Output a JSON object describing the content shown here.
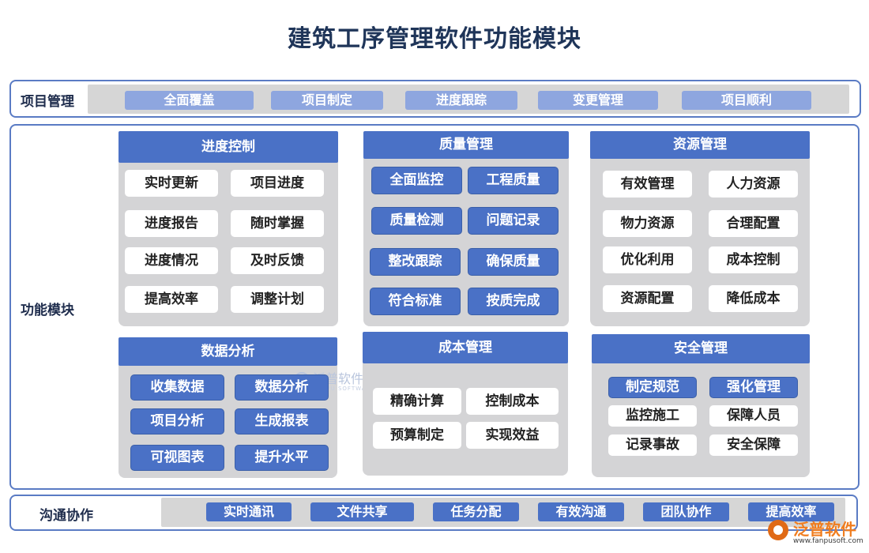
{
  "title": "建筑工序管理软件功能模块",
  "project": {
    "label": "项目管理",
    "items": [
      "全面覆盖",
      "项目制定",
      "进度跟踪",
      "变更管理",
      "项目顺利"
    ]
  },
  "modules": {
    "label": "功能模块",
    "cards": [
      {
        "title": "进度控制",
        "items": [
          "实时更新",
          "项目进度",
          "进度报告",
          "随时掌握",
          "进度情况",
          "及时反馈",
          "提高效率",
          "调整计划"
        ]
      },
      {
        "title": "质量管理",
        "items": [
          "全面监控",
          "工程质量",
          "质量检测",
          "问题记录",
          "整改跟踪",
          "确保质量",
          "符合标准",
          "按质完成"
        ]
      },
      {
        "title": "资源管理",
        "items": [
          "有效管理",
          "人力资源",
          "物力资源",
          "合理配置",
          "优化利用",
          "成本控制",
          "资源配置",
          "降低成本"
        ]
      },
      {
        "title": "数据分析",
        "items": [
          "收集数据",
          "数据分析",
          "项目分析",
          "生成报表",
          "可视图表",
          "提升水平"
        ]
      },
      {
        "title": "成本管理",
        "items": [
          "精确计算",
          "控制成本",
          "预算制定",
          "实现效益"
        ]
      },
      {
        "title": "安全管理",
        "items": [
          "制定规范",
          "强化管理",
          "监控施工",
          "保障人员",
          "记录事故",
          "安全保障"
        ]
      }
    ]
  },
  "comm": {
    "label": "沟通协作",
    "items": [
      "实时通讯",
      "文件共享",
      "任务分配",
      "有效沟通",
      "团队协作",
      "提高效率"
    ]
  },
  "watermark": {
    "text": "泛普软件",
    "sub": "FANPU SOFTWARE"
  },
  "logo": {
    "text": "泛普软件",
    "url": "www.fanpusoft.com"
  }
}
